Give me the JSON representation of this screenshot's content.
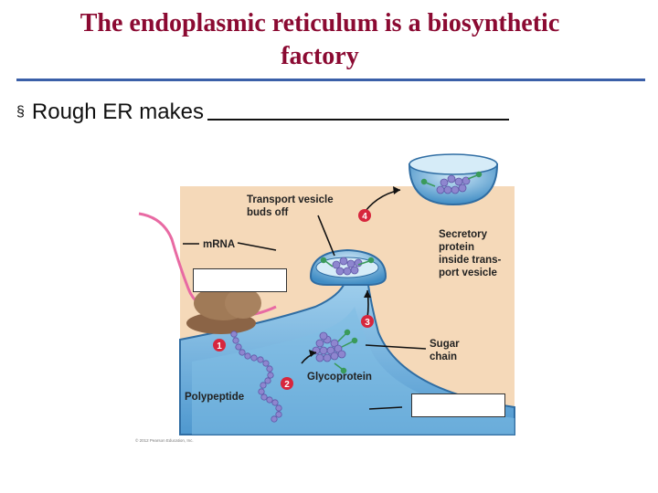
{
  "slide": {
    "title_line1": "The endoplasmic reticulum is a biosynthetic",
    "title_line2": "factory",
    "bullet_mark": "§",
    "bullet_text": "Rough ER makes"
  },
  "figure": {
    "labels": {
      "transport_vesicle_1": "Transport vesicle",
      "transport_vesicle_2": "buds off",
      "mrna": "mRNA",
      "secretory_1": "Secretory",
      "secretory_2": "protein",
      "secretory_3": "inside trans-",
      "secretory_4": "port vesicle",
      "sugar_1": "Sugar",
      "sugar_2": "chain",
      "glycoprotein": "Glycoprotein",
      "polypeptide": "Polypeptide"
    },
    "steps": [
      "1",
      "2",
      "3",
      "4"
    ],
    "copyright": "© 2012 Pearson Education, Inc.",
    "colors": {
      "background_panel": "#f5d9b9",
      "er_lumen": "#5fa7d6",
      "ribosome": "#a07a57",
      "mrna": "#e86aa3",
      "protein": "#8e86cf",
      "sugar": "#3a9a5a",
      "step_badge": "#d7263d"
    }
  }
}
